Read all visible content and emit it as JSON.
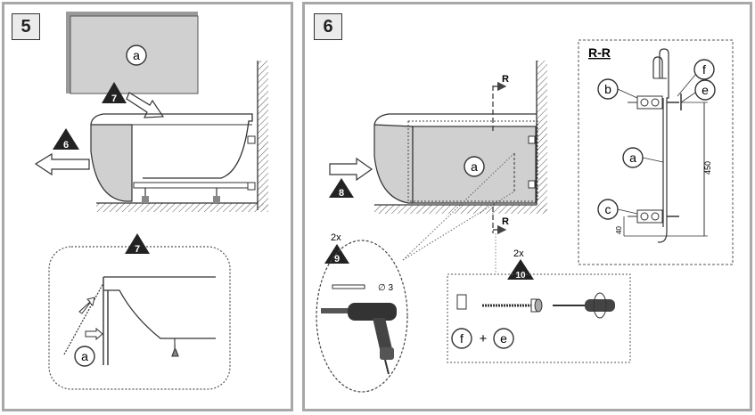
{
  "panels": [
    {
      "number": "5"
    },
    {
      "number": "6"
    }
  ],
  "step5": {
    "panel_label": "a",
    "step_top": "7",
    "step_left": "6",
    "detail_step": "7",
    "detail_label": "a"
  },
  "step6": {
    "panel_label": "a",
    "step_push": "8",
    "section_mark_top": "R",
    "section_mark_bottom": "R",
    "drill_qty": "2x",
    "drill_step": "9",
    "drill_bit_size": "∅ 3",
    "hardware_qty": "2x",
    "hardware_step": "10",
    "hardware_label_f": "f",
    "hardware_plus": "+",
    "hardware_label_e": "e"
  },
  "section_rr": {
    "title": "R-R",
    "label_f": "f",
    "label_b": "b",
    "label_e": "e",
    "label_a": "a",
    "label_c": "c",
    "dim_height": "450",
    "dim_bottom": "40"
  }
}
